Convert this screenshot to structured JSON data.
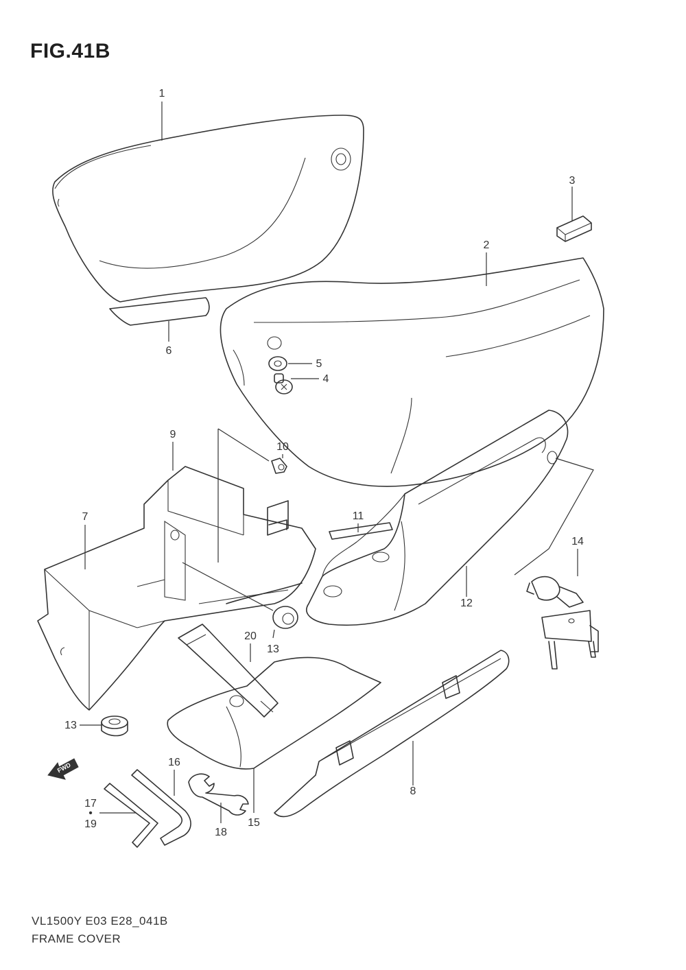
{
  "figure": {
    "title": "FIG.41B"
  },
  "parts": [
    {
      "number": "1"
    },
    {
      "number": "2"
    },
    {
      "number": "3"
    },
    {
      "number": "4"
    },
    {
      "number": "5"
    },
    {
      "number": "6"
    },
    {
      "number": "7"
    },
    {
      "number": "8"
    },
    {
      "number": "9"
    },
    {
      "number": "10"
    },
    {
      "number": "11"
    },
    {
      "number": "12"
    },
    {
      "number": "13"
    },
    {
      "number": "13"
    },
    {
      "number": "14"
    },
    {
      "number": "15"
    },
    {
      "number": "16"
    },
    {
      "number": "17"
    },
    {
      "number": "•"
    },
    {
      "number": "19"
    },
    {
      "number": "18"
    },
    {
      "number": "20"
    }
  ],
  "fwd_indicator": {
    "label": "FWD",
    "icon": "fwd-arrow-icon"
  },
  "footer": {
    "model_code": "VL1500Y E03 E28_041B",
    "section_name": "FRAME COVER"
  }
}
